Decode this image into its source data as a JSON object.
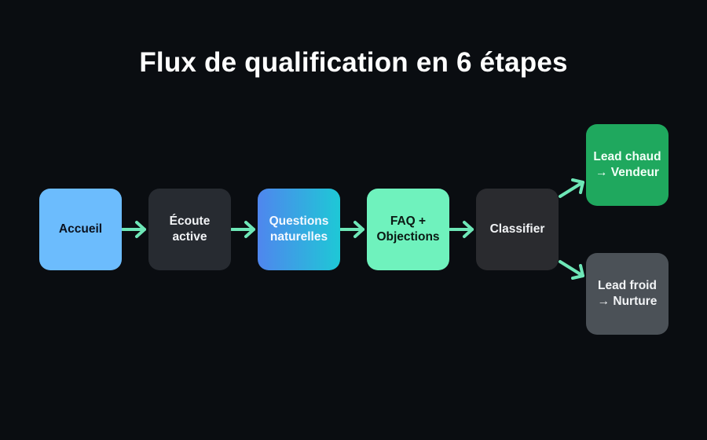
{
  "title": "Flux de qualification en 6 étapes",
  "nodes": [
    {
      "id": "accueil",
      "label": "Accueil",
      "bg": "#6cbcfd",
      "color": "#0b1220"
    },
    {
      "id": "ecoute",
      "label": "Écoute\nactive",
      "bg": "#272b31",
      "color": "#f1f3f5"
    },
    {
      "id": "questions",
      "label": "Questions\nnaturelles",
      "bg": "linear-gradient(90deg,#4f86ee 0%,#1ec8d6 100%)",
      "color": "#f4f8ff"
    },
    {
      "id": "faq",
      "label": "FAQ +\nObjections",
      "bg": "#6ff2bd",
      "color": "#0b1a14"
    },
    {
      "id": "classifier",
      "label": "Classifier",
      "bg": "#2a2b2f",
      "color": "#f1f3f5"
    },
    {
      "id": "lead-chaud",
      "label": "Lead chaud\n→ Vendeur",
      "bg": "#1fa85e",
      "color": "#f2fff7"
    },
    {
      "id": "lead-froid",
      "label": "Lead froid\n→ Nurture",
      "bg": "#4b5157",
      "color": "#f1f3f5"
    }
  ],
  "colors": {
    "background": "#0a0d11",
    "arrow": "#6ee7b7"
  }
}
